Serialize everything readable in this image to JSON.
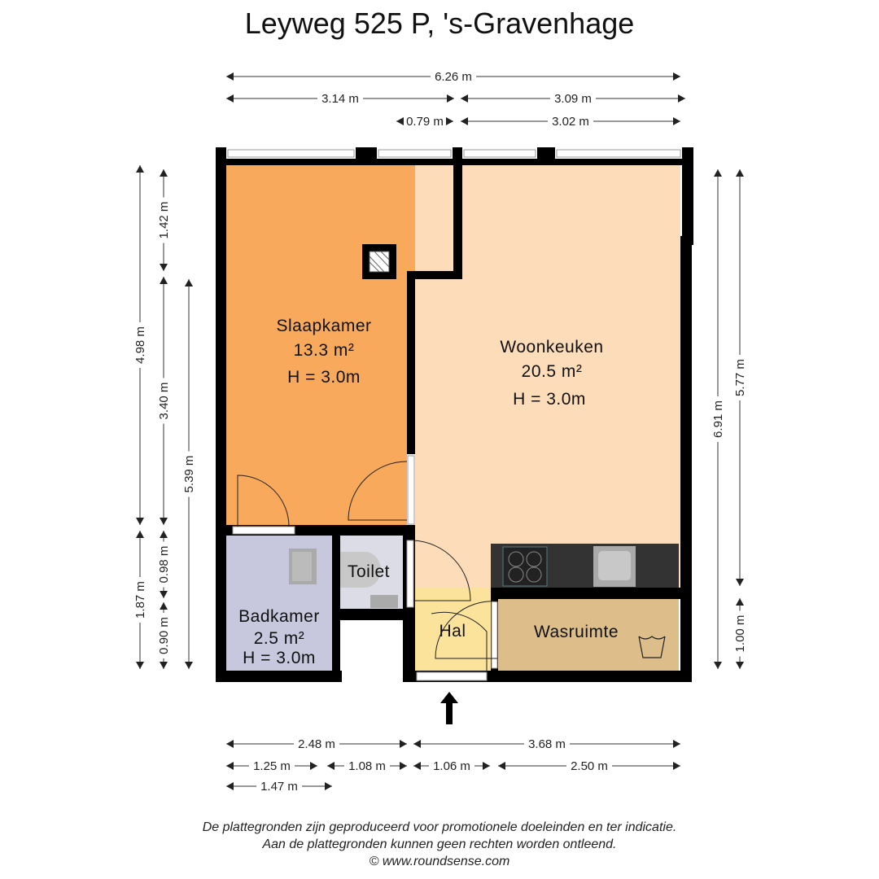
{
  "title": "Leyweg 525 P, 's-Gravenhage",
  "rooms": {
    "slaapkamer": {
      "name": "Slaapkamer",
      "area": "13.3 m²",
      "height": "H = 3.0m",
      "color": "#F8A95B"
    },
    "woonkeuken": {
      "name": "Woonkeuken",
      "area": "20.5 m²",
      "height": "H = 3.0m",
      "color": "#FDDCBA"
    },
    "badkamer": {
      "name": "Badkamer",
      "area": "2.5 m²",
      "height": "H = 3.0m",
      "color": "#C7C7DD"
    },
    "toilet": {
      "name": "Toilet",
      "color": "#DCDCE6"
    },
    "hal": {
      "name": "Hal",
      "color": "#FBE39B"
    },
    "wasruimte": {
      "name": "Wasruimte",
      "color": "#DDBE8A"
    }
  },
  "dimensions": {
    "top": [
      "6.26 m",
      "3.14 m",
      "3.09 m",
      "0.79 m",
      "3.02 m"
    ],
    "left": [
      "4.98 m",
      "1.87 m",
      "1.42 m",
      "3.40 m",
      "0.98 m",
      "0.90 m",
      "5.39 m"
    ],
    "right": [
      "6.91 m",
      "5.77 m",
      "1.00 m"
    ],
    "bottom": [
      "2.48 m",
      "3.68 m",
      "1.25 m",
      "1.08 m",
      "1.06 m",
      "2.50 m",
      "1.47 m"
    ]
  },
  "disclaimer": [
    "De plattegronden zijn geproduceerd voor promotionele doeleinden en ter indicatie.",
    "Aan de plattegronden kunnen geen rechten worden ontleend.",
    "© www.roundsense.com"
  ]
}
